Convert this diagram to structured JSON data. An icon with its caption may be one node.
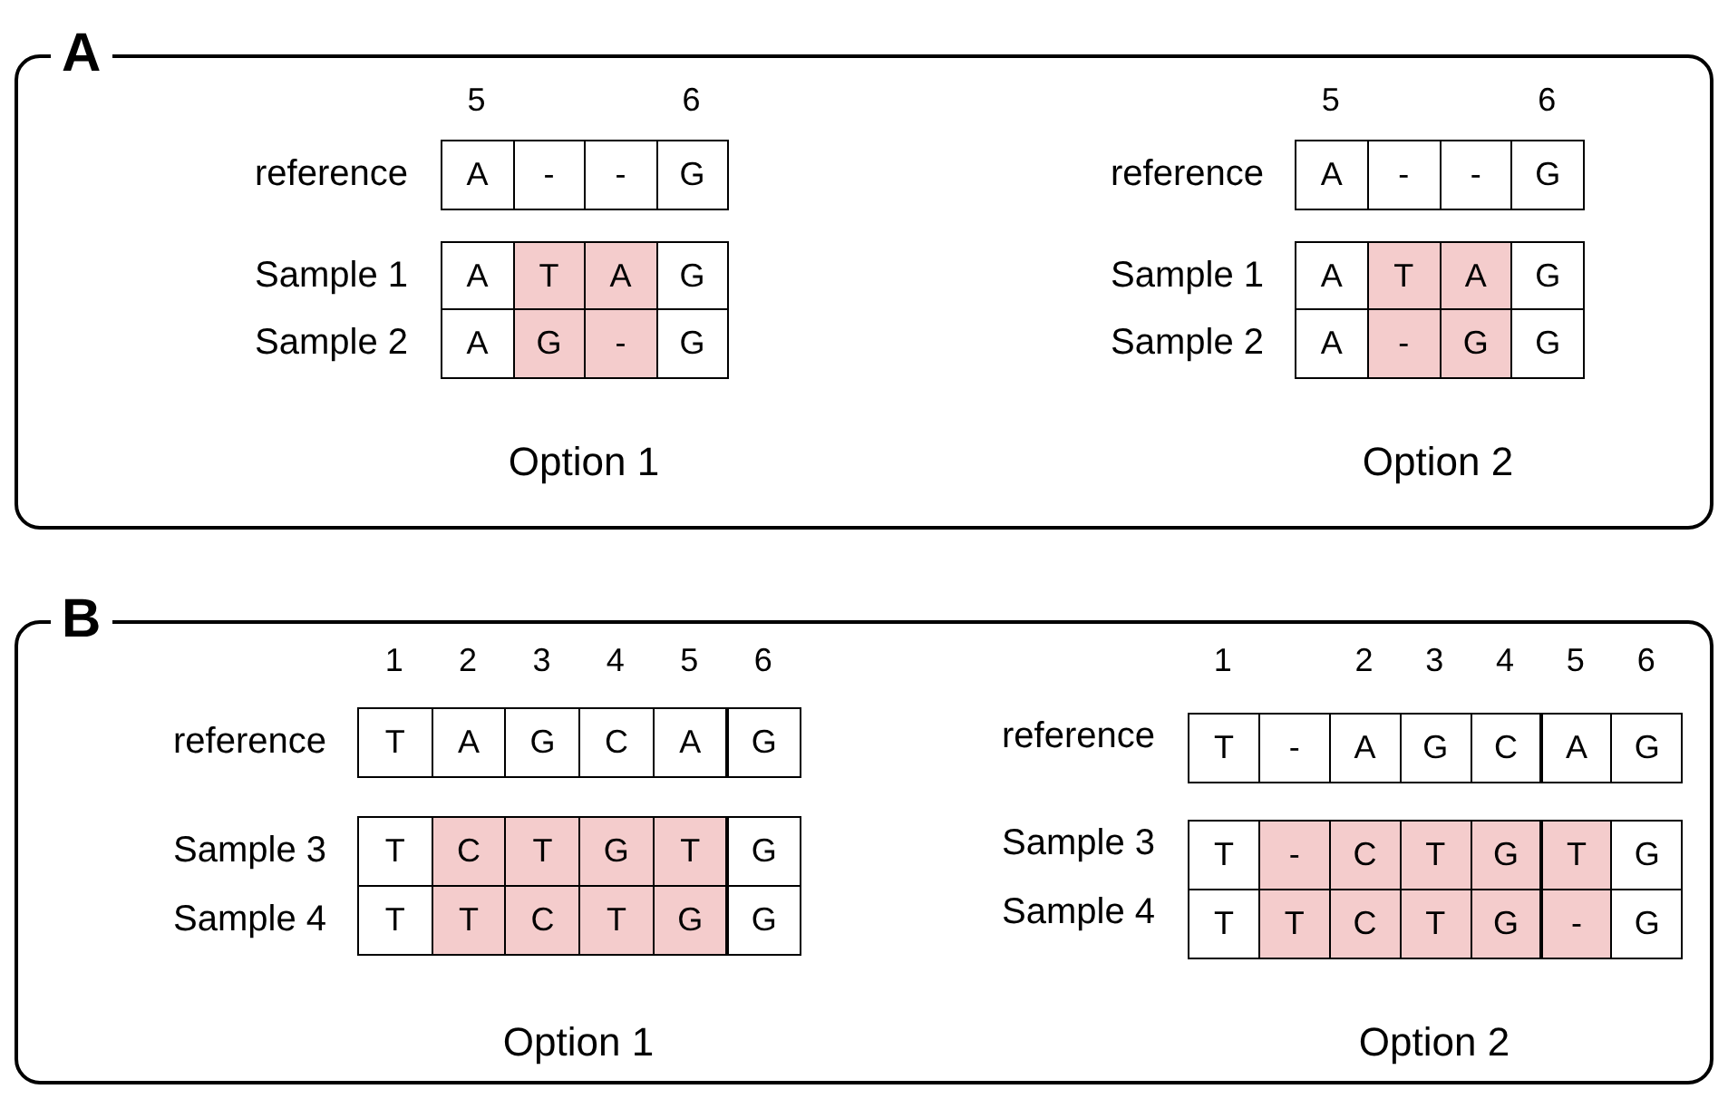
{
  "diagram": {
    "nodes": [
      {
        "text": [
          "A"
        ]
      },
      {
        "text": [
          "B"
        ]
      }
    ],
    "labels": [
      "5",
      "6",
      "reference",
      "A",
      "-",
      "-",
      "G",
      "Sample 1",
      "A",
      "T",
      "A",
      "G",
      "Sample 2",
      "A",
      "G",
      "-",
      "G",
      "Option 1",
      "5",
      "6",
      "reference",
      "A",
      "-",
      "-",
      "G",
      "Sample 1",
      "A",
      "T",
      "A",
      "G",
      "Sample 2",
      "A",
      "-",
      "G",
      "G",
      "Option 2",
      "1",
      "2",
      "3",
      "4",
      "5",
      "6",
      "reference",
      "T",
      "A",
      "G",
      "C",
      "A",
      "G",
      "Sample 3",
      "T",
      "C",
      "T",
      "G",
      "T",
      "G",
      "Sample 4",
      "T",
      "T",
      "C",
      "T",
      "G",
      "G",
      "Option 1",
      "1",
      "2",
      "3",
      "4",
      "5",
      "6",
      "reference",
      "T",
      "-",
      "A",
      "G",
      "C",
      "A",
      "G",
      "Sample 3",
      "T",
      "-",
      "C",
      "T",
      "G",
      "T",
      "G",
      "Sample 4",
      "T",
      "T",
      "C",
      "T",
      "G",
      "-",
      "G",
      "Option 2"
    ]
  }
}
